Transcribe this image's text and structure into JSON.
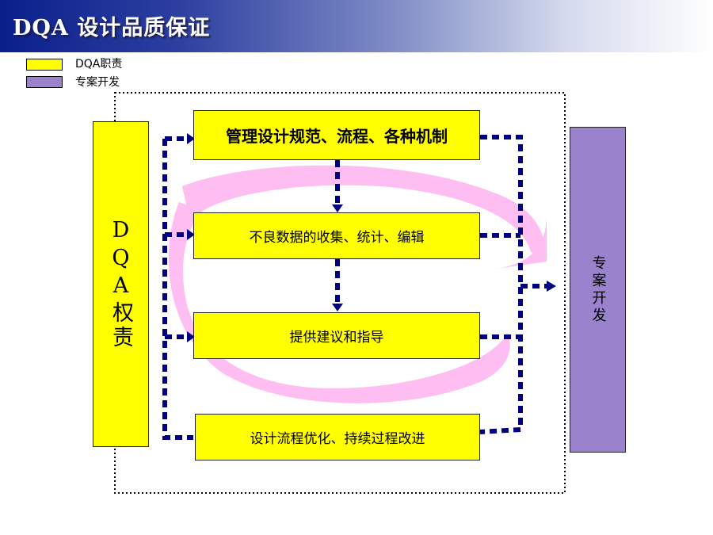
{
  "header": {
    "title": "DQA 设计品质保证"
  },
  "legend": [
    {
      "label": "DQA职责",
      "color": "#ffff00"
    },
    {
      "label": "专案开发",
      "color": "#9a83cc"
    }
  ],
  "left_box": {
    "label": "DQA权责"
  },
  "right_box": {
    "label": "专案开发"
  },
  "process_steps": [
    "管理设计规范、流程、各种机制",
    "不良数据的收集、统计、编辑",
    "提供建议和指导",
    "设计流程优化、持续过程改进"
  ],
  "colors": {
    "header": "#0b1f8c",
    "dqa": "#ffff00",
    "project": "#9a83cc",
    "arrow": "#000080",
    "swirl": "#ffb3f0"
  }
}
